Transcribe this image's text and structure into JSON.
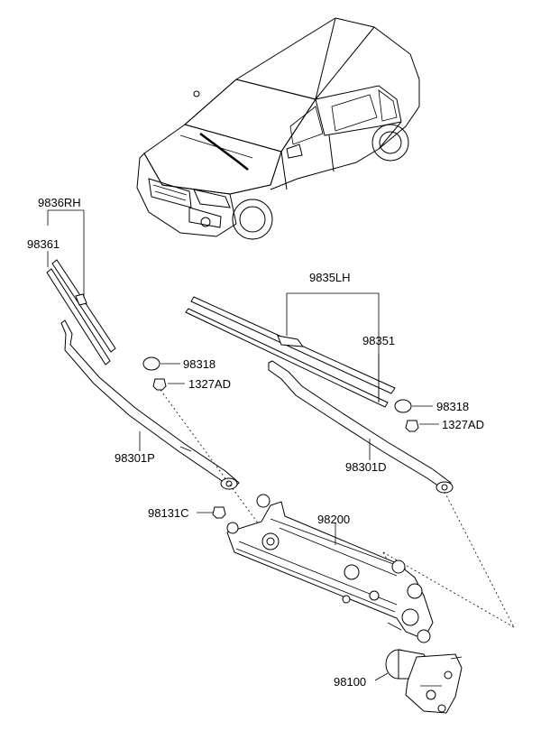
{
  "labels": {
    "rh_assy": "9836RH",
    "rh_blade": "98361",
    "lh_assy": "9835LH",
    "lh_blade": "98351",
    "cap_left": "98318",
    "nut_left": "1327AD",
    "cap_right": "98318",
    "nut_right": "1327AD",
    "arm_left": "98301P",
    "arm_right": "98301D",
    "bolt": "98131C",
    "linkage": "98200",
    "motor": "98100"
  }
}
